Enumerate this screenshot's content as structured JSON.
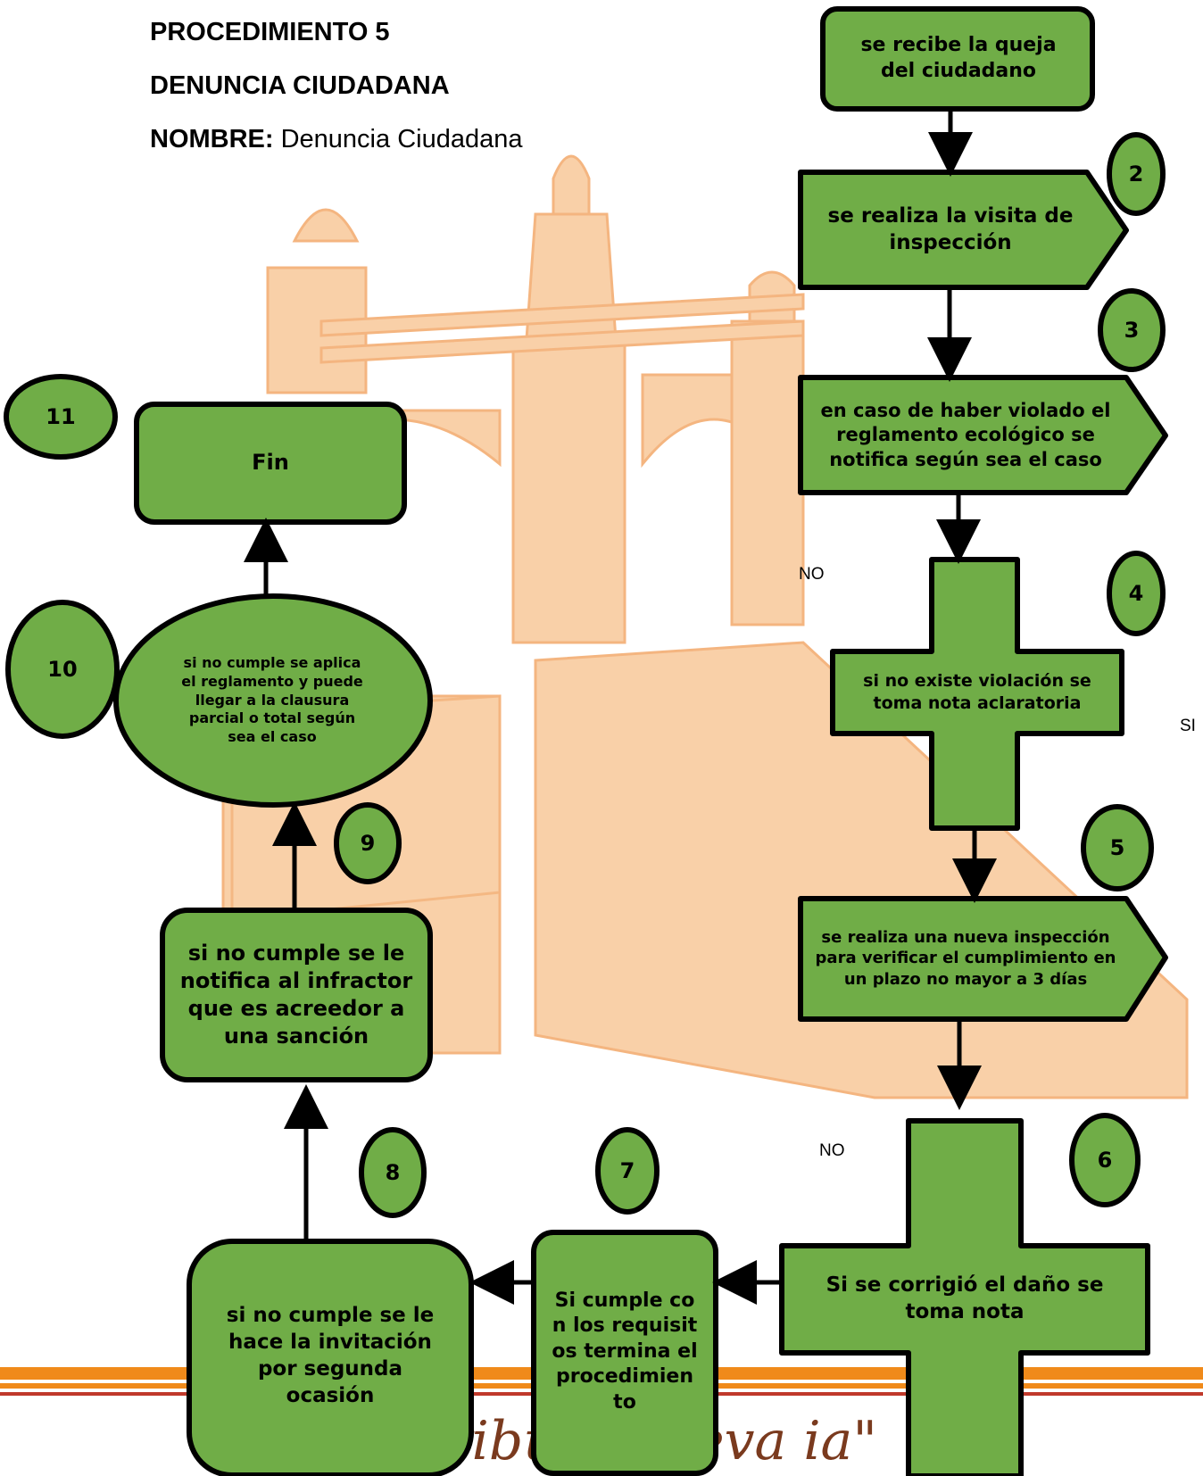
{
  "header": {
    "procedure": "PROCEDIMIENTO 5",
    "subtitle": "DENUNCIA CIUDADANA",
    "name_label": "NOMBRE:",
    "name_value": " Denuncia Ciudadana"
  },
  "steps": {
    "s1": "se recibe la queja del ciudadano",
    "s2": "se realiza la visita de inspección",
    "s3": "en caso de haber violado el reglamento ecológico se notifica según sea el caso",
    "s4": "si no existe violación se toma nota aclaratoria",
    "s5": "se realiza una nueva inspección para verificar el cumplimiento en un plazo no mayor a 3 días",
    "s6": "Si se corrigió el daño se toma nota",
    "s7": "Si cumple con los requisitos termina el procedimiento",
    "s8": "si no cumple se le hace la invitación por segunda ocasión",
    "s9": "si no cumple se le notifica al infractor que es acreedor a una sanción",
    "s10": "si no cumple se aplica el reglamento y puede llegar a la clausura parcial o total según sea el caso",
    "s11": "Fin"
  },
  "numbers": [
    "2",
    "3",
    "4",
    "5",
    "6",
    "7",
    "8",
    "9",
    "10",
    "11"
  ],
  "labels": {
    "no1": "NO",
    "si": "SI",
    "no2": "NO"
  },
  "footer": {
    "text": "ribu        a nueva    ia\""
  },
  "colors": {
    "shape_fill": "#70ad47",
    "stroke": "#000000",
    "watermark": "#f8c89a",
    "stripe_orange": "#f08a1a"
  }
}
